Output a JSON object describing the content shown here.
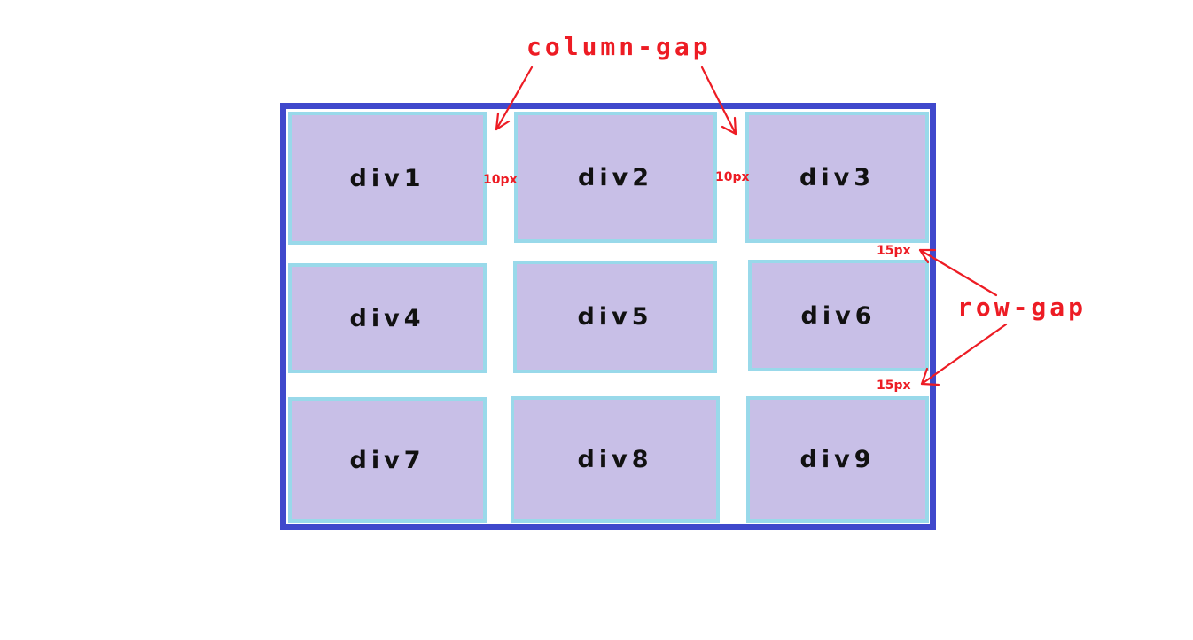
{
  "annotations": {
    "column_gap_title": "column-gap",
    "row_gap_title": "row-gap",
    "column_gap_1": "10px",
    "column_gap_2": "10px",
    "row_gap_1": "15px",
    "row_gap_2": "15px"
  },
  "cells": [
    "div1",
    "div2",
    "div3",
    "div4",
    "div5",
    "div6",
    "div7",
    "div8",
    "div9"
  ],
  "colors": {
    "container_border": "#3f48cc",
    "cell_fill": "#c8bfe7",
    "cell_border": "#99d9ea",
    "annotation": "#ed1c24",
    "label_text": "#111111"
  }
}
